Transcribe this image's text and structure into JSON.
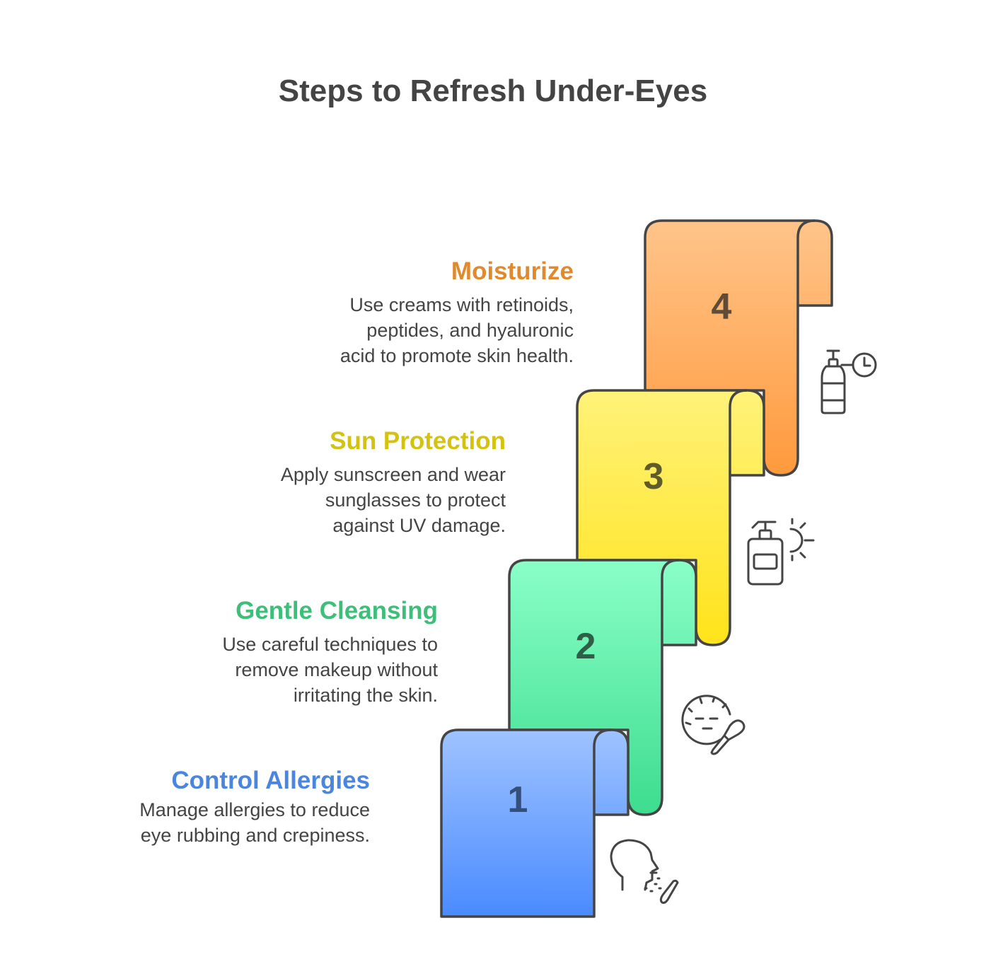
{
  "title": "Steps to Refresh Under-Eyes",
  "steps": [
    {
      "number": "1",
      "title": "Control Allergies",
      "description": [
        "Manage allergies to reduce",
        "eye rubbing and crepiness."
      ],
      "icon": "person-nasal-spray-icon",
      "title_color": "#4a86e0",
      "fill_top": "#9fc3ff",
      "fill_bottom": "#4a8bff"
    },
    {
      "number": "2",
      "title": "Gentle Cleansing",
      "description": [
        "Use careful techniques to",
        "remove makeup without",
        "irritating the skin."
      ],
      "icon": "face-makeup-brush-icon",
      "title_color": "#3dbf7a",
      "fill_top": "#8affc8",
      "fill_bottom": "#3ddc8e"
    },
    {
      "number": "3",
      "title": "Sun Protection",
      "description": [
        "Apply sunscreen and wear",
        "sunglasses to protect",
        "against UV damage."
      ],
      "icon": "sunscreen-bottle-sun-icon",
      "title_color": "#d4c20f",
      "fill_top": "#fff27a",
      "fill_bottom": "#ffe31a"
    },
    {
      "number": "4",
      "title": "Moisturize",
      "description": [
        "Use creams with retinoids,",
        "peptides, and hyaluronic",
        "acid to promote skin health."
      ],
      "icon": "cream-pump-clock-icon",
      "title_color": "#e08a2e",
      "fill_top": "#ffc48a",
      "fill_bottom": "#ff9a3d"
    }
  ]
}
